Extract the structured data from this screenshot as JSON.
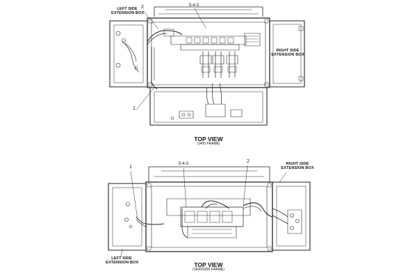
{
  "view_1400": {
    "left_box_label": [
      "LEFT SIDE",
      "EXTENSION BOX"
    ],
    "right_box_label": [
      "RIGHT SIDE",
      "EXTENSION BOX"
    ],
    "callout_1": "1",
    "callout_2": "2",
    "callout_ref": "5-4-3",
    "title": "TOP VIEW",
    "subtitle": "(1400 FRAME)"
  },
  "view_1600": {
    "left_box_label": [
      "LEFT SIDE",
      "EXTENSION BOX"
    ],
    "right_box_label": [
      "RIGHT SIDE",
      "EXTENSION BOX"
    ],
    "callout_1": "1",
    "callout_2": "2",
    "callout_ref": "5-4-3",
    "title": "TOP VIEW",
    "subtitle": "(1600/1800 FRAME)"
  },
  "colors": {
    "line": "#222222",
    "background": "#ffffff"
  }
}
